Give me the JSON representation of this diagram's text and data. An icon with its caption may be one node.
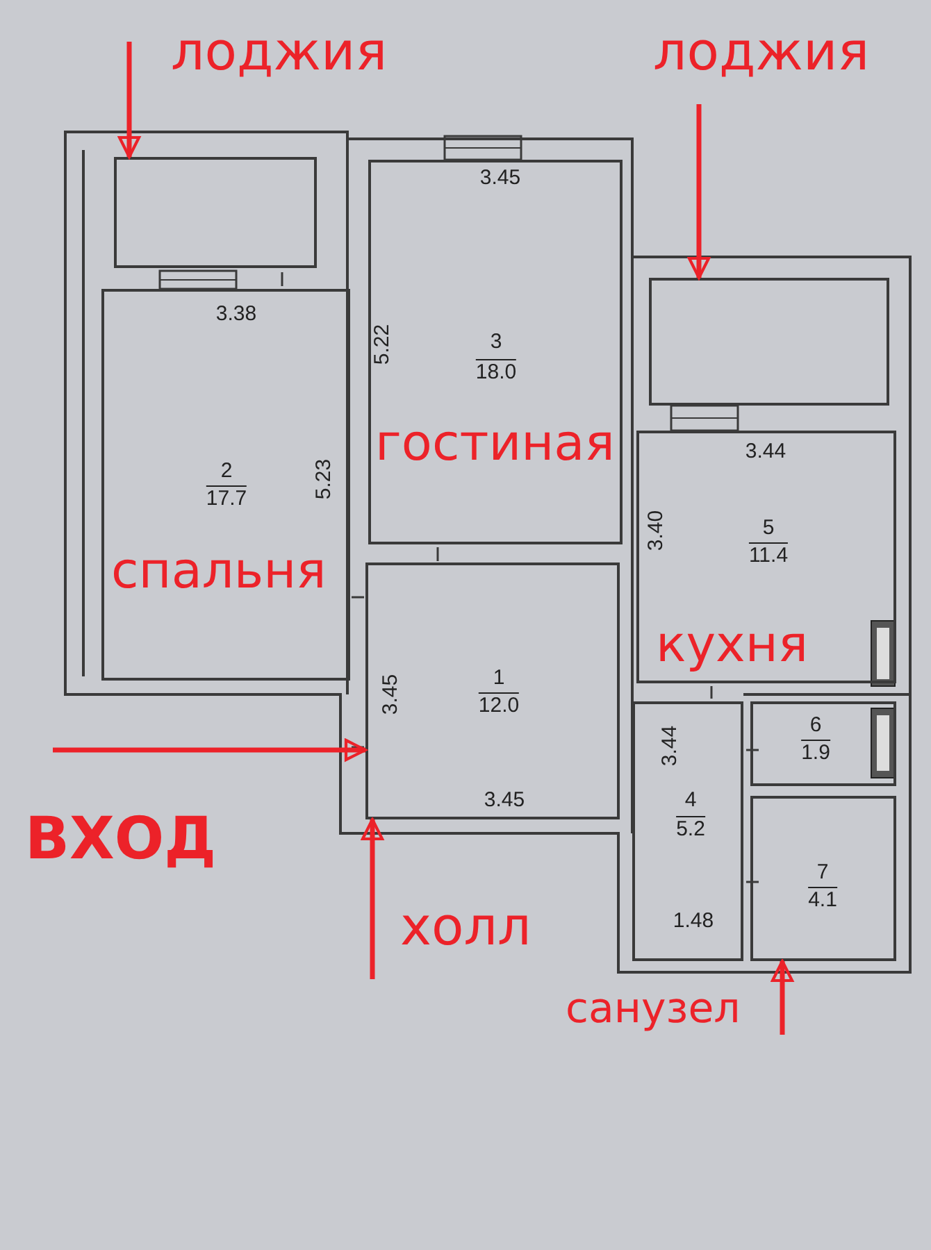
{
  "diagram": {
    "nodes": [
      {
        "text": [],
        "shape": "box"
      },
      {
        "text": [
          "3.38",
          "2",
          "17.7",
          "5.23"
        ]
      },
      {
        "text": [
          "3.45",
          "5.22",
          "3",
          "18.0"
        ]
      },
      {
        "text": [],
        "shape": "box"
      },
      {
        "text": [
          "3.44",
          "3.40",
          "5",
          "11.4"
        ]
      },
      {
        "text": [
          "3.45",
          "1",
          "12.0",
          "3.45"
        ]
      },
      {
        "text": [
          "3.44",
          "4",
          "5.2",
          "1.48"
        ]
      },
      {
        "text": [
          "6",
          "1.9"
        ]
      },
      {
        "text": [
          "7",
          "4.1"
        ]
      }
    ],
    "edges": [
      {
        "from": null,
        "to": 0,
        "arrow": "to"
      },
      {
        "from": null,
        "to": 3,
        "arrow": "to"
      },
      {
        "from": null,
        "to": 5,
        "arrow": "to"
      },
      {
        "from": null,
        "to": 5,
        "arrow": "to"
      },
      {
        "from": null,
        "to": 8,
        "arrow": "to"
      }
    ],
    "labels": [
      "лоджия",
      "лоджия",
      "гостиная",
      "спальня",
      "кухня",
      "ВХОД",
      "холл",
      "санузел"
    ]
  }
}
